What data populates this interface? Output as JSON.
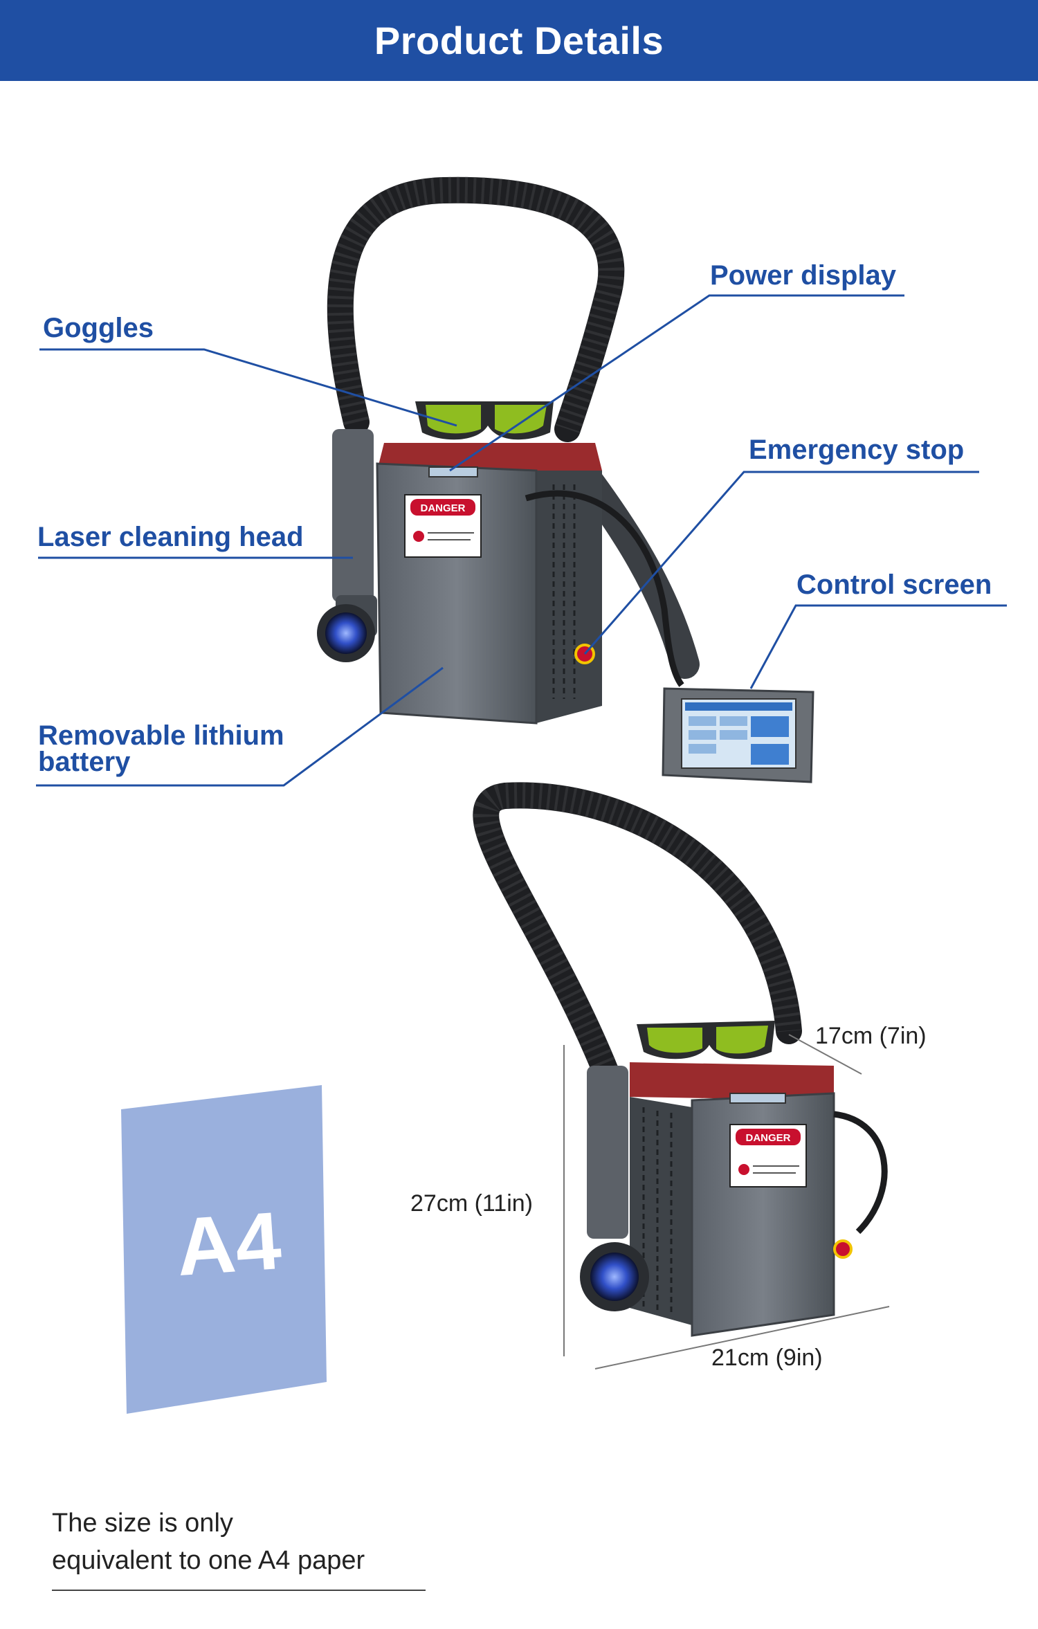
{
  "header": {
    "title": "Product Details"
  },
  "callouts": {
    "goggles": "Goggles",
    "power_display": "Power display",
    "emergency_stop": "Emergency stop",
    "laser_cleaning_head": "Laser cleaning head",
    "control_screen": "Control screen",
    "removable_battery_line1": "Removable lithium",
    "removable_battery_line2": "battery"
  },
  "machine_labels": {
    "danger": "DANGER"
  },
  "dimensions": {
    "depth": "17cm (7in)",
    "height": "27cm (11in)",
    "width": "21cm (9in)"
  },
  "a4_card": {
    "label": "A4"
  },
  "note": {
    "line1": "The size is only",
    "line2": "equivalent to one A4 paper"
  },
  "colors": {
    "brand_blue": "#1f4fa3",
    "a4_blue": "#9ab0dd",
    "danger_red": "#c8102e"
  }
}
